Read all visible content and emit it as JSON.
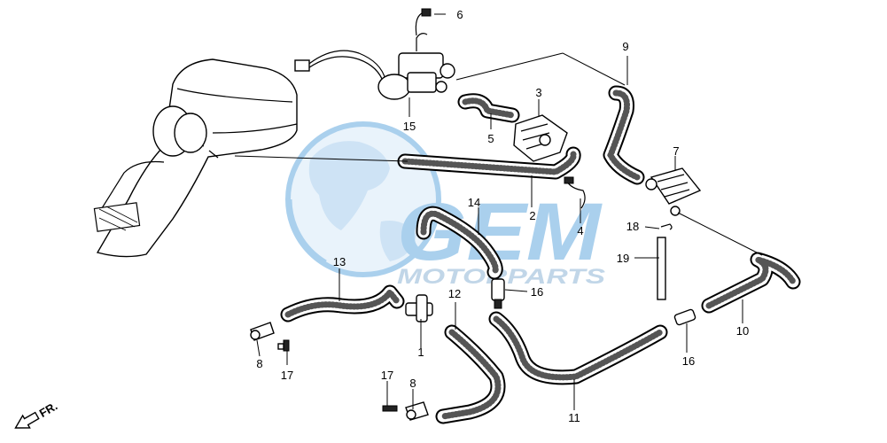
{
  "watermark": {
    "brand": "GEM",
    "tagline": "MOTORPARTS"
  },
  "direction_marker": "FR.",
  "callouts": [
    {
      "id": "c6",
      "text": "6"
    },
    {
      "id": "c9",
      "text": "9"
    },
    {
      "id": "c3",
      "text": "3"
    },
    {
      "id": "c15",
      "text": "15"
    },
    {
      "id": "c5",
      "text": "5"
    },
    {
      "id": "c7",
      "text": "7"
    },
    {
      "id": "c2",
      "text": "2"
    },
    {
      "id": "c14",
      "text": "14"
    },
    {
      "id": "c4",
      "text": "4"
    },
    {
      "id": "c18",
      "text": "18"
    },
    {
      "id": "c19",
      "text": "19"
    },
    {
      "id": "c13",
      "text": "13"
    },
    {
      "id": "c12",
      "text": "12"
    },
    {
      "id": "c16a",
      "text": "16"
    },
    {
      "id": "c10",
      "text": "10"
    },
    {
      "id": "c1",
      "text": "1"
    },
    {
      "id": "c8a",
      "text": "8"
    },
    {
      "id": "c17a",
      "text": "17"
    },
    {
      "id": "c16b",
      "text": "16"
    },
    {
      "id": "c17b",
      "text": "17"
    },
    {
      "id": "c8b",
      "text": "8"
    },
    {
      "id": "c11",
      "text": "11"
    }
  ],
  "colors": {
    "watermark_blue": "#9cc8ea",
    "globe_land": "#c6dff4",
    "ink": "#000000"
  }
}
